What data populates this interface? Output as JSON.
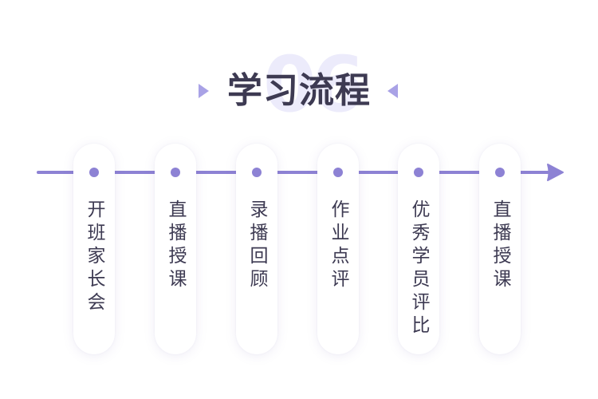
{
  "title": {
    "number": "06",
    "text": "学习流程"
  },
  "colors": {
    "accent": "#8d82d4",
    "text": "#3d3a52",
    "watermark": "#ecebfb",
    "arrow_light": "#a9a2e6"
  },
  "steps": [
    {
      "label": "开班家长会"
    },
    {
      "label": "直播授课"
    },
    {
      "label": "录播回顾"
    },
    {
      "label": "作业点评"
    },
    {
      "label": "优秀学员评比"
    },
    {
      "label": "直播授课"
    }
  ]
}
